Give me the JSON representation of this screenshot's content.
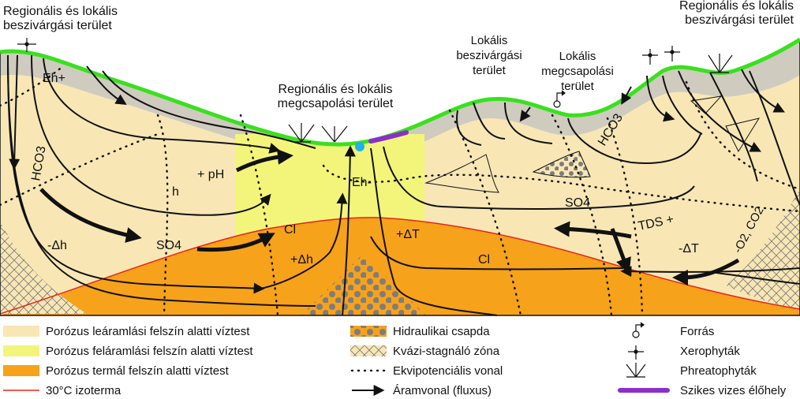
{
  "title_left": {
    "line1": "Regionális és lokális",
    "line2": "beszivárgási terület"
  },
  "title_right": {
    "line1": "Regionális és lokális",
    "line2": "beszivárgási terület"
  },
  "title_center": {
    "line1": "Regionális és lokális",
    "line2": "megcsapolási terület"
  },
  "local_recharge": {
    "line1": "Lokális",
    "line2": "beszivárgási",
    "line3": "terület"
  },
  "local_discharge": {
    "line1": "Lokális",
    "line2": "megcsapolási",
    "line3": "terület"
  },
  "annotations": {
    "eh_top": "Eh+",
    "hco3_left": "HCO3",
    "minus_dh": "-Δh",
    "h": "h",
    "plus_ph": "+ pH",
    "so4_mid": "SO4",
    "cl_mid": "Cl",
    "plus_dh": "+Δh",
    "eh_center": "Eh-",
    "plus_dt": "+ΔT",
    "cl_right": "Cl",
    "so4_right": "SO4",
    "tds": "TDS +",
    "minus_dt": "-ΔT",
    "o2co2": "-O2, CO2",
    "hco3_right": "HCO3"
  },
  "legend": {
    "items": [
      {
        "label": "Porózus leáramlási felszín alatti víztest",
        "swatch": "#f8e7b5"
      },
      {
        "label": "Porózus feláramlási felszín alatti víztest",
        "swatch": "#f3f57a"
      },
      {
        "label": "Porózus termál felszín alatti víztest",
        "swatch": "#f7a21b"
      },
      {
        "label": "30°C izoterma",
        "swatch": "#e8231b"
      },
      {
        "label": "Hidraulikai csapda",
        "swatch": "#8a8a8a"
      },
      {
        "label": "Kvázi-stagnáló zóna",
        "swatch": "#bdbdbd"
      },
      {
        "label": "Ekvipotenciális vonal",
        "swatch": "#111111"
      },
      {
        "label": "Áramvonal (fluxus)",
        "swatch": "#111111"
      },
      {
        "label": "Forrás",
        "swatch": "#111111"
      },
      {
        "label": "Xerophyták",
        "swatch": "#111111"
      },
      {
        "label": "Phreatophyták",
        "swatch": "#111111"
      },
      {
        "label": "Szikes vizes élőhely",
        "swatch": "#8b2fc9"
      }
    ]
  },
  "colors": {
    "downflow": "#f8e7b5",
    "upflow": "#f3f57a",
    "thermal": "#f7a21b",
    "surface": "#39e01e",
    "isotherm": "#e8231b",
    "wetland": "#8b2fc9",
    "spring": "#1fb2e8"
  }
}
